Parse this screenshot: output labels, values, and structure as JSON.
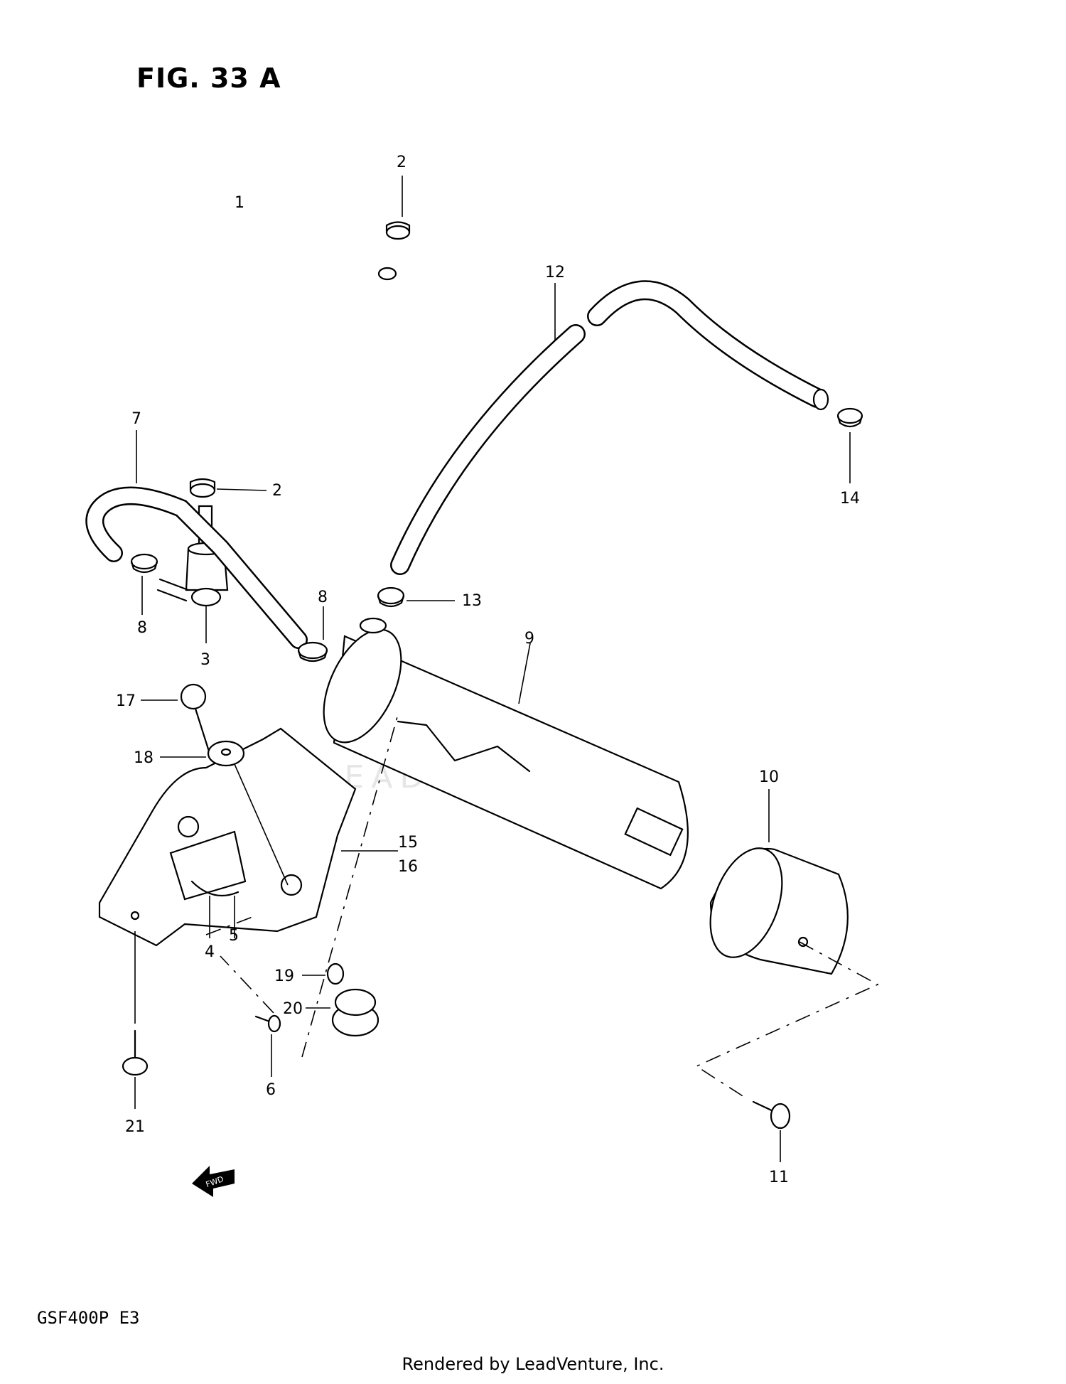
{
  "figure": {
    "title": "FIG. 33 A",
    "model": "GSF400P  E3"
  },
  "footer": {
    "credit": "Rendered by LeadVenture, Inc."
  },
  "watermark": {
    "text": "LEADVENTURE"
  },
  "fwd_label": "FWD",
  "callouts": {
    "c1": "1",
    "c2a": "2",
    "c2b": "2",
    "c3": "3",
    "c4": "4",
    "c5": "5",
    "c6": "6",
    "c7": "7",
    "c8a": "8",
    "c8b": "8",
    "c9": "9",
    "c10": "10",
    "c11": "11",
    "c12": "12",
    "c13": "13",
    "c14": "14",
    "c15": "15",
    "c16": "16",
    "c17": "17",
    "c18": "18",
    "c19": "19",
    "c20": "20",
    "c21": "21"
  }
}
